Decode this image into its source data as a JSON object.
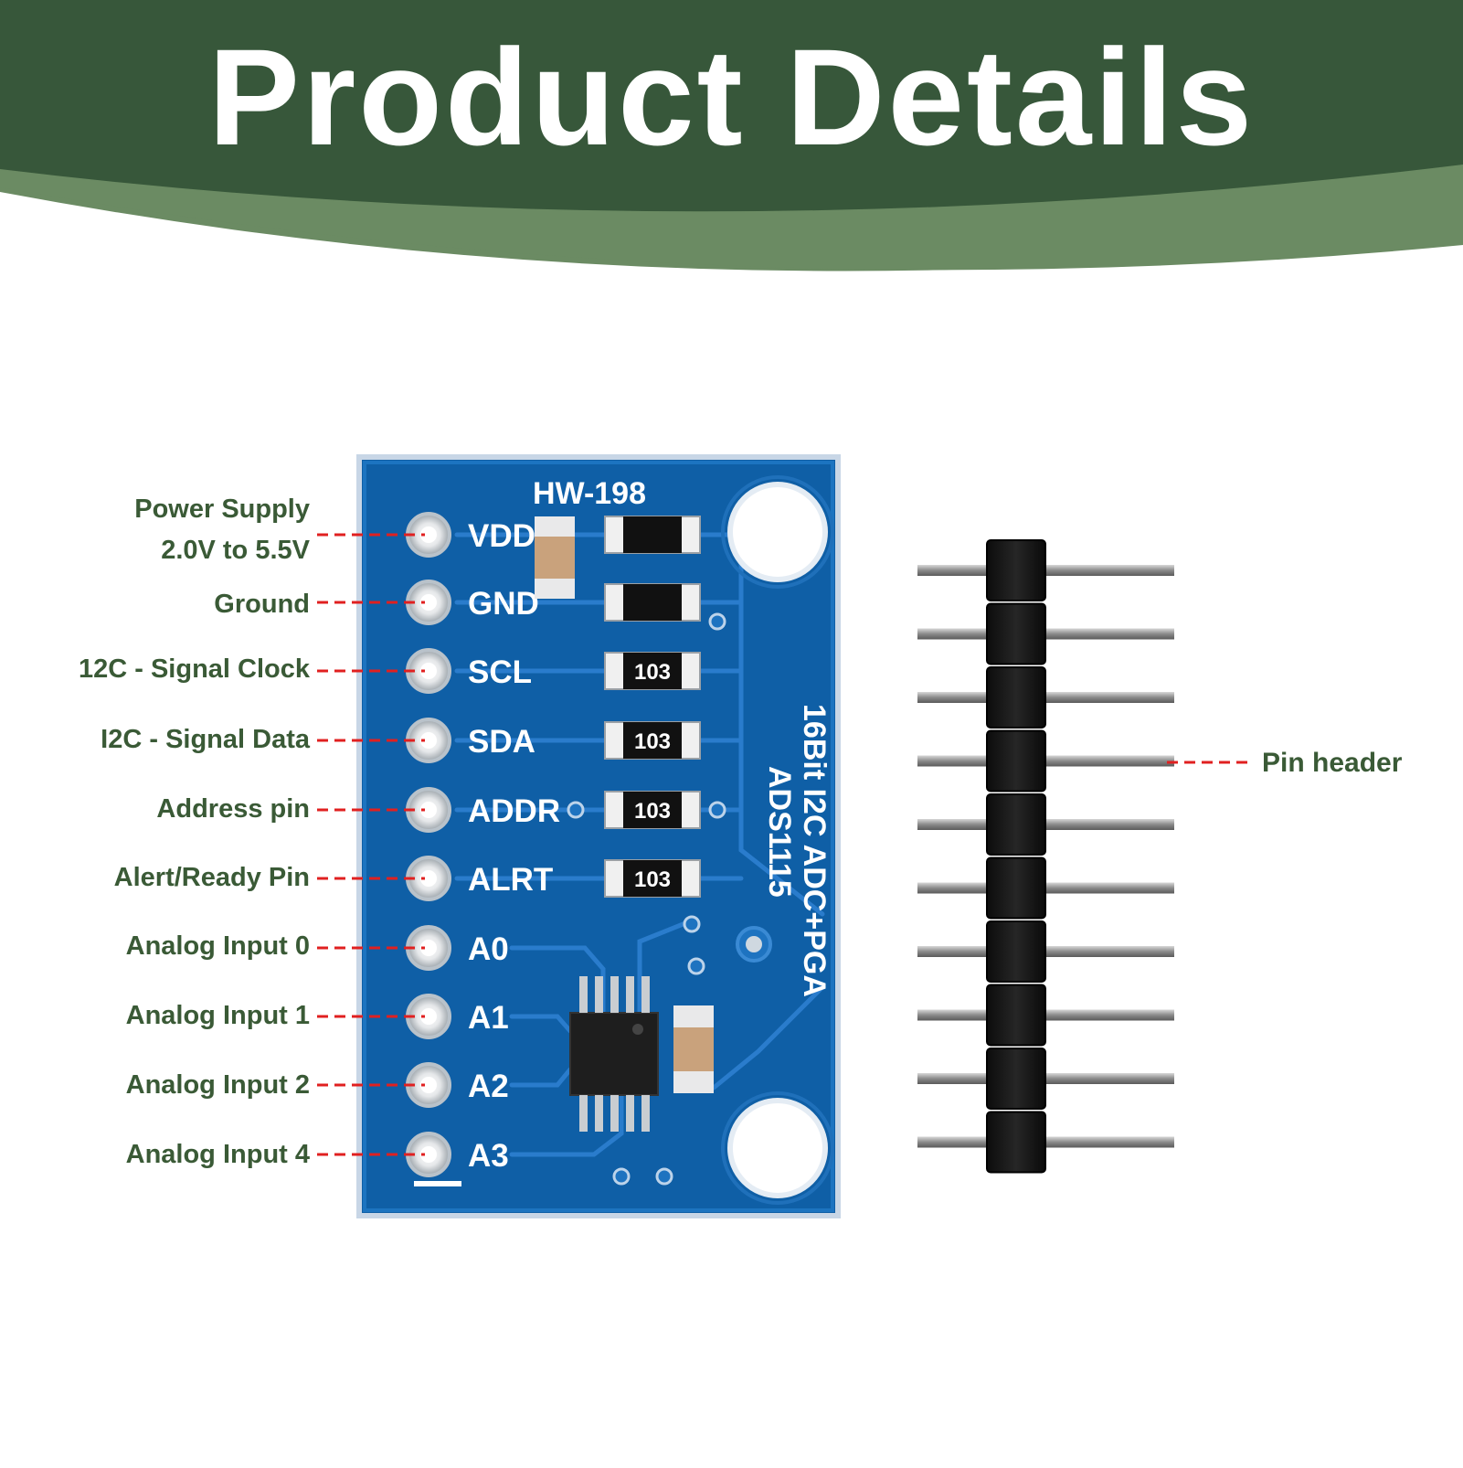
{
  "header": {
    "title": "Product Details"
  },
  "board": {
    "model": "HW-198",
    "side_text_line1": "16Bit I2C ADC+PGA",
    "side_text_line2": "ADS1115",
    "resistor_code": "103",
    "silk_labels": [
      "VDD",
      "GND",
      "SCL",
      "SDA",
      "ADDR",
      "ALRT",
      "A0",
      "A1",
      "A2",
      "A3"
    ]
  },
  "pin_labels": [
    {
      "name": "power-supply",
      "line1": "Power Supply",
      "line2": "2.0V to 5.5V"
    },
    {
      "name": "ground",
      "line1": "Ground"
    },
    {
      "name": "signal-clock",
      "line1": "12C - Signal Clock"
    },
    {
      "name": "signal-data",
      "line1": "I2C - Signal Data"
    },
    {
      "name": "address-pin",
      "line1": "Address pin"
    },
    {
      "name": "alert-ready-pin",
      "line1": "Alert/Ready Pin"
    },
    {
      "name": "analog-input-0",
      "line1": "Analog Input 0"
    },
    {
      "name": "analog-input-1",
      "line1": "Analog Input 1"
    },
    {
      "name": "analog-input-2",
      "line1": "Analog Input 2"
    },
    {
      "name": "analog-input-4",
      "line1": "Analog Input 4"
    }
  ],
  "pin_header": {
    "label": "Pin header",
    "pin_count": 10
  },
  "colors": {
    "banner_dark": "#37573a",
    "banner_light": "#6b8b63",
    "label_text": "#3a5a36",
    "leader_line": "#e02020",
    "pcb_blue": "#0f5fa6"
  }
}
